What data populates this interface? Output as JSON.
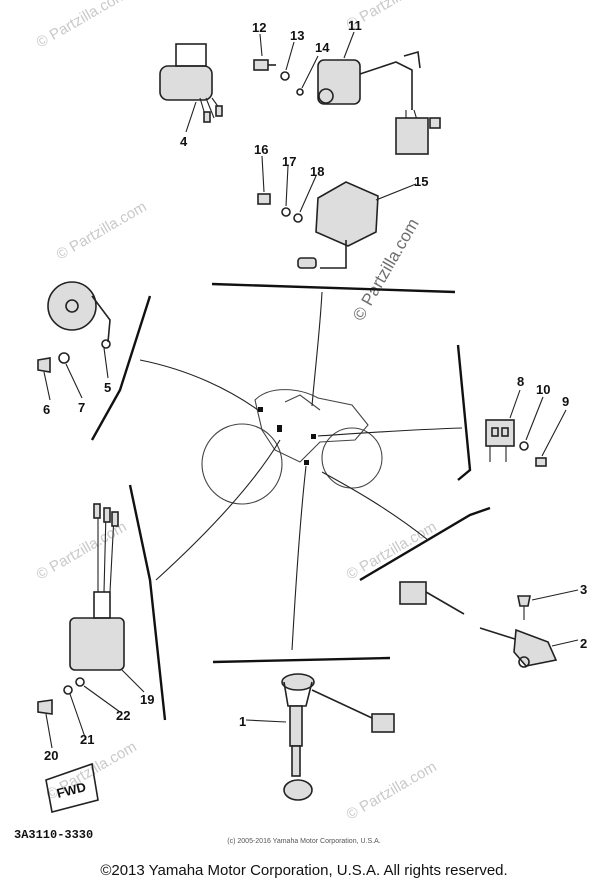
{
  "diagram": {
    "part_code": "3A3110-3330",
    "sub_copyright": "(c) 2005-2016 Yamaha Motor Corporation, U.S.A.",
    "footer_copyright": "©2013 Yamaha Motor Corporation, U.S.A. All rights reserved.",
    "watermark_main": "© Partzilla.com",
    "watermark_small": "© Partzilla.com",
    "fwd_label": "FWD",
    "callouts": [
      "1",
      "2",
      "3",
      "4",
      "5",
      "6",
      "7",
      "8",
      "9",
      "10",
      "11",
      "12",
      "13",
      "14",
      "15",
      "16",
      "17",
      "18",
      "19",
      "20",
      "21",
      "22"
    ]
  }
}
